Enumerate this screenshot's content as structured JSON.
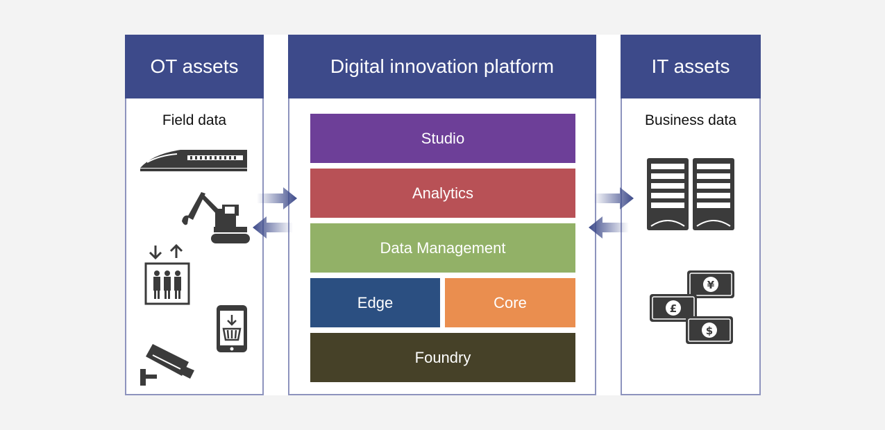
{
  "ot_panel": {
    "title": "OT assets",
    "subtitle": "Field data"
  },
  "platform_panel": {
    "title": "Digital innovation platform",
    "layers": {
      "studio": {
        "label": "Studio",
        "color": "#6d3f98"
      },
      "analytics": {
        "label": "Analytics",
        "color": "#b85156"
      },
      "data_management": {
        "label": "Data Management",
        "color": "#92b167"
      },
      "edge": {
        "label": "Edge",
        "color": "#2b4f81"
      },
      "core": {
        "label": "Core",
        "color": "#ea8e4f"
      },
      "foundry": {
        "label": "Foundry",
        "color": "#464128"
      }
    }
  },
  "it_panel": {
    "title": "IT assets",
    "subtitle": "Business data"
  },
  "icons": {
    "ot": [
      "train-icon",
      "excavator-icon",
      "elevator-icon",
      "smartphone-shopping-icon",
      "security-camera-icon"
    ],
    "it": [
      "server-rack-icon",
      "currency-exchange-icon"
    ]
  },
  "colors": {
    "header": "#3d4a8a",
    "panel_border": "#8d93bd",
    "arrow": "#3d4a8a",
    "icon": "#3b3b3b"
  }
}
